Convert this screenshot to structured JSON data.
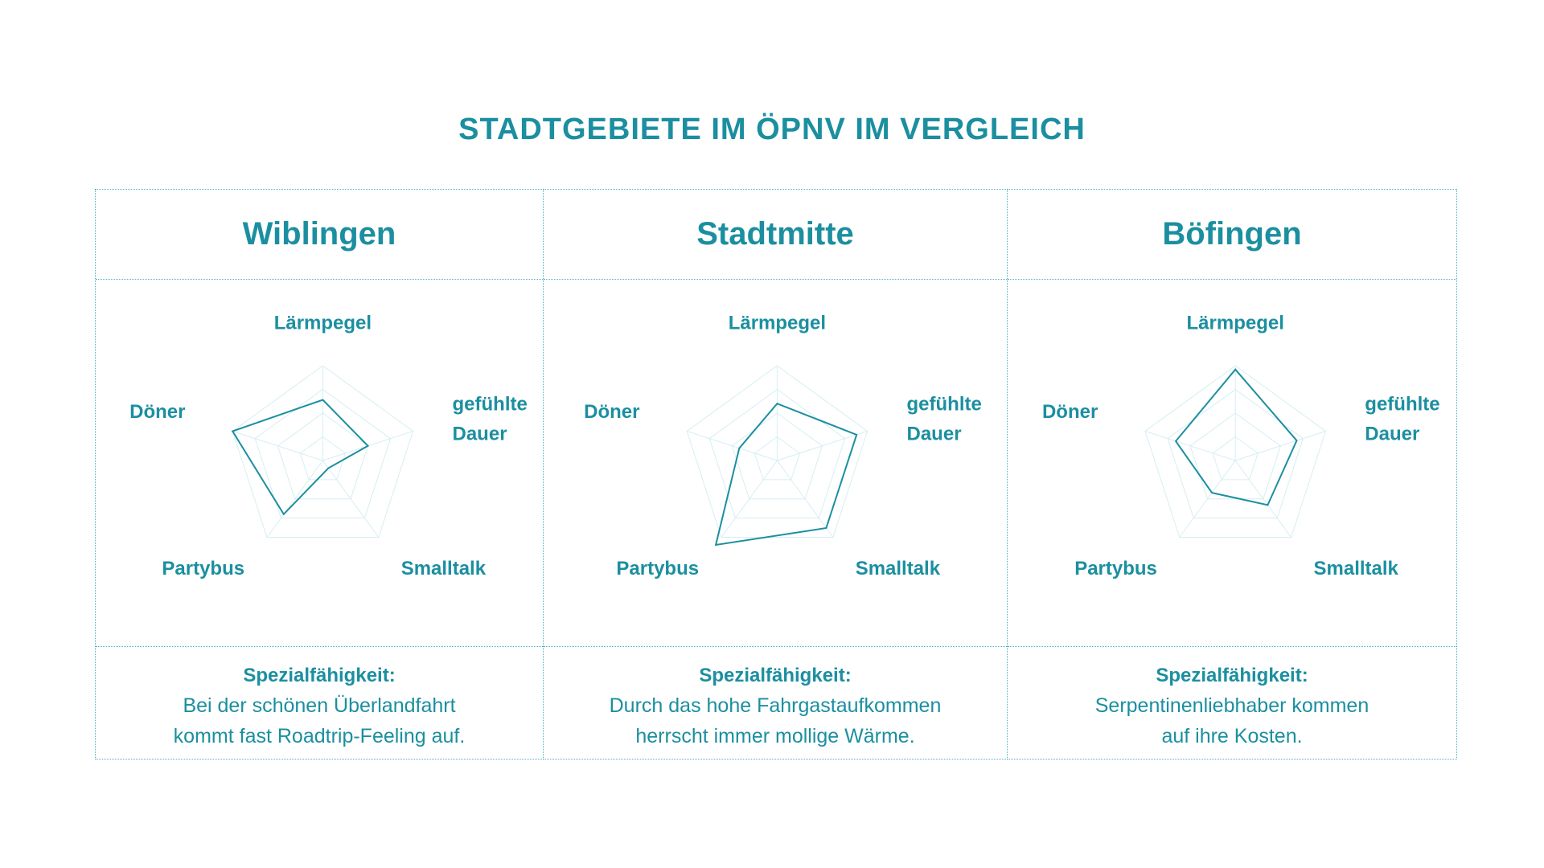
{
  "title": "STADTGEBIETE IM ÖPNV IM VERGLEICH",
  "colors": {
    "accent": "#1b8fa0",
    "grid": "#d6eef2",
    "border": "#4bb0bd"
  },
  "footer_label": "Spezialfähigkeit:",
  "panels": [
    {
      "name": "Wiblingen",
      "special_line1": "Bei der schönen Überlandfahrt",
      "special_line2": "kommt fast Roadtrip-Feeling auf."
    },
    {
      "name": "Stadtmitte",
      "special_line1": "Durch das hohe Fahrgastaufkommen",
      "special_line2": "herrscht immer mollige Wärme."
    },
    {
      "name": "Böfingen",
      "special_line1": "Serpentinenliebhaber kommen",
      "special_line2": "auf ihre Kosten."
    }
  ],
  "chart_data": [
    {
      "type": "radar",
      "axes": [
        "Lärmpegel",
        "gefühlte Dauer",
        "Smalltalk",
        "Partybus",
        "Döner"
      ],
      "axis_label_lines": [
        [
          "Lärmpegel"
        ],
        [
          "gefühlte",
          "Dauer"
        ],
        [
          "Smalltalk"
        ],
        [
          "Partybus"
        ],
        [
          "Döner"
        ]
      ],
      "max": 5,
      "grid_levels": 4,
      "series": [
        {
          "values": [
            3.2,
            2.5,
            0.5,
            3.5,
            5.0
          ]
        }
      ]
    },
    {
      "type": "radar",
      "axes": [
        "Lärmpegel",
        "gefühlte Dauer",
        "Smalltalk",
        "Partybus",
        "Döner"
      ],
      "axis_label_lines": [
        [
          "Lärmpegel"
        ],
        [
          "gefühlte",
          "Dauer"
        ],
        [
          "Smalltalk"
        ],
        [
          "Partybus"
        ],
        [
          "Döner"
        ]
      ],
      "max": 5,
      "grid_levels": 4,
      "series": [
        {
          "values": [
            3.0,
            4.4,
            4.4,
            5.5,
            2.1
          ]
        }
      ]
    },
    {
      "type": "radar",
      "axes": [
        "Lärmpegel",
        "gefühlte Dauer",
        "Smalltalk",
        "Partybus",
        "Döner"
      ],
      "axis_label_lines": [
        [
          "Lärmpegel"
        ],
        [
          "gefühlte",
          "Dauer"
        ],
        [
          "Smalltalk"
        ],
        [
          "Partybus"
        ],
        [
          "Döner"
        ]
      ],
      "max": 5,
      "grid_levels": 4,
      "series": [
        {
          "values": [
            4.8,
            3.4,
            2.9,
            2.1,
            3.3
          ]
        }
      ]
    }
  ]
}
